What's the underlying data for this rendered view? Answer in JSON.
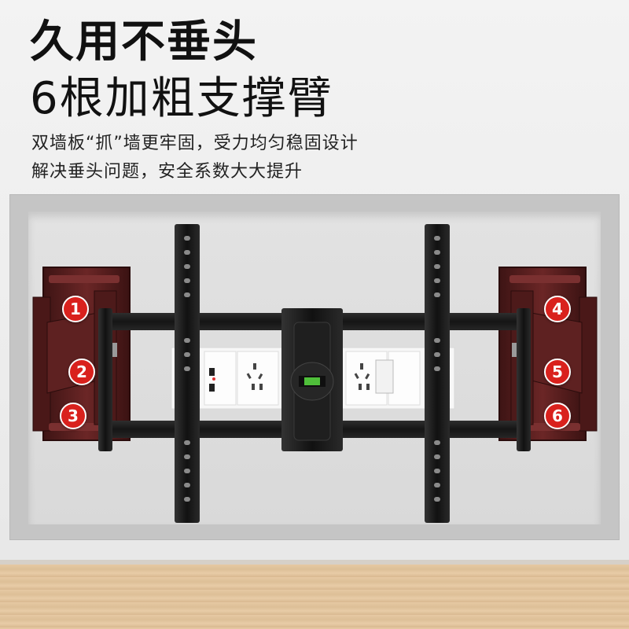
{
  "headline": {
    "line1": "久用不垂头",
    "line2": "6根加粗支撑臂"
  },
  "subtitle": {
    "line1": "双墙板“抓”墙更牢固，受力均匀稳固设计",
    "line2": "解决垂头问题，安全系数大大提升"
  },
  "arm_badges": [
    "1",
    "2",
    "3",
    "4",
    "5",
    "6"
  ],
  "colors": {
    "wall_plate": "#5a1f1f",
    "bracket": "#1b1b1b",
    "badge": "#d9211d",
    "level_bubble": "#4fbf3a"
  },
  "icons": [
    "tv-wall-mount-illustration",
    "bubble-level-icon",
    "wall-socket-icon",
    "usb-port-icon",
    "switch-icon"
  ]
}
